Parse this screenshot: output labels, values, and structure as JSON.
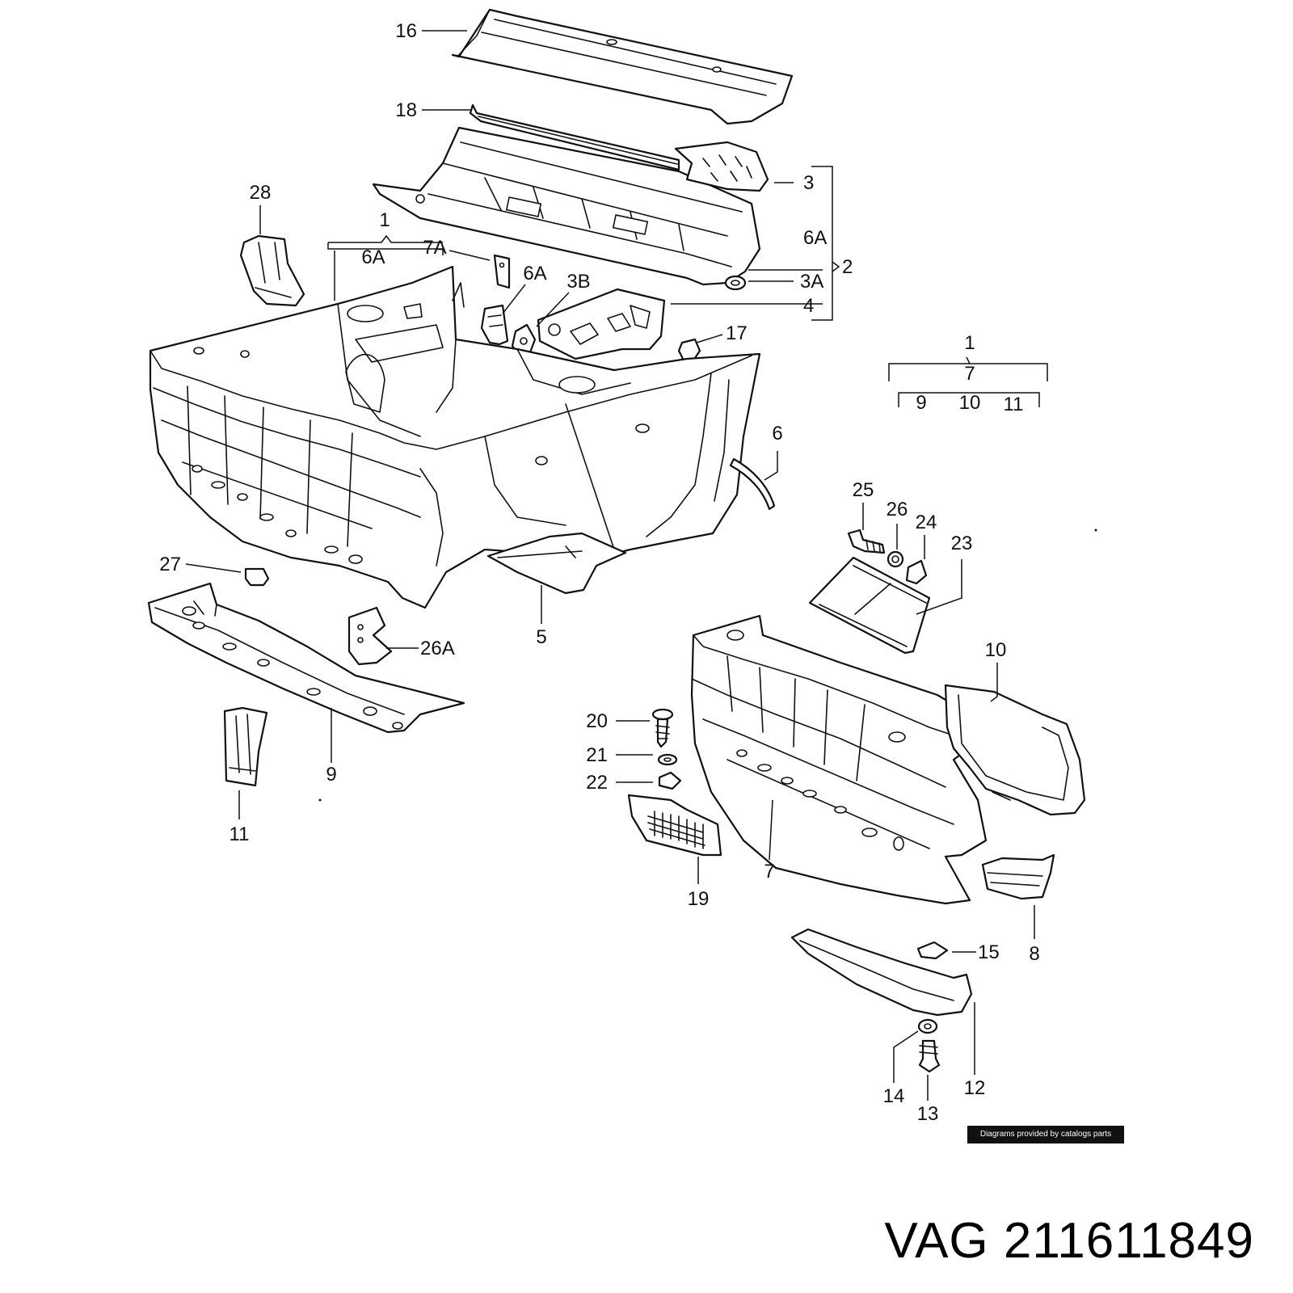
{
  "labels": {
    "l16": "16",
    "l18": "18",
    "l3": "3",
    "l6a_right": "6A",
    "l2": "2",
    "l3a": "3A",
    "l4": "4",
    "l28": "28",
    "l1_main": "1",
    "l6a_group": "6A",
    "l7a": "7A",
    "l6a_small": "6A",
    "l3b": "3B",
    "l17": "17",
    "l1_right": "1",
    "l7_right": "7",
    "l9_right": "9",
    "l10_right": "10",
    "l11_right": "11",
    "l6": "6",
    "l25": "25",
    "l26": "26",
    "l24": "24",
    "l23": "23",
    "l27": "27",
    "l26a": "26A",
    "l5": "5",
    "l9": "9",
    "l11": "11",
    "l10": "10",
    "l20": "20",
    "l21": "21",
    "l22": "22",
    "l19": "19",
    "l7": "7",
    "l8": "8",
    "l15": "15",
    "l12": "12",
    "l14": "14",
    "l13": "13"
  },
  "badge": "Diagrams provided by catalogs parts",
  "part_number": "VAG 211611849"
}
